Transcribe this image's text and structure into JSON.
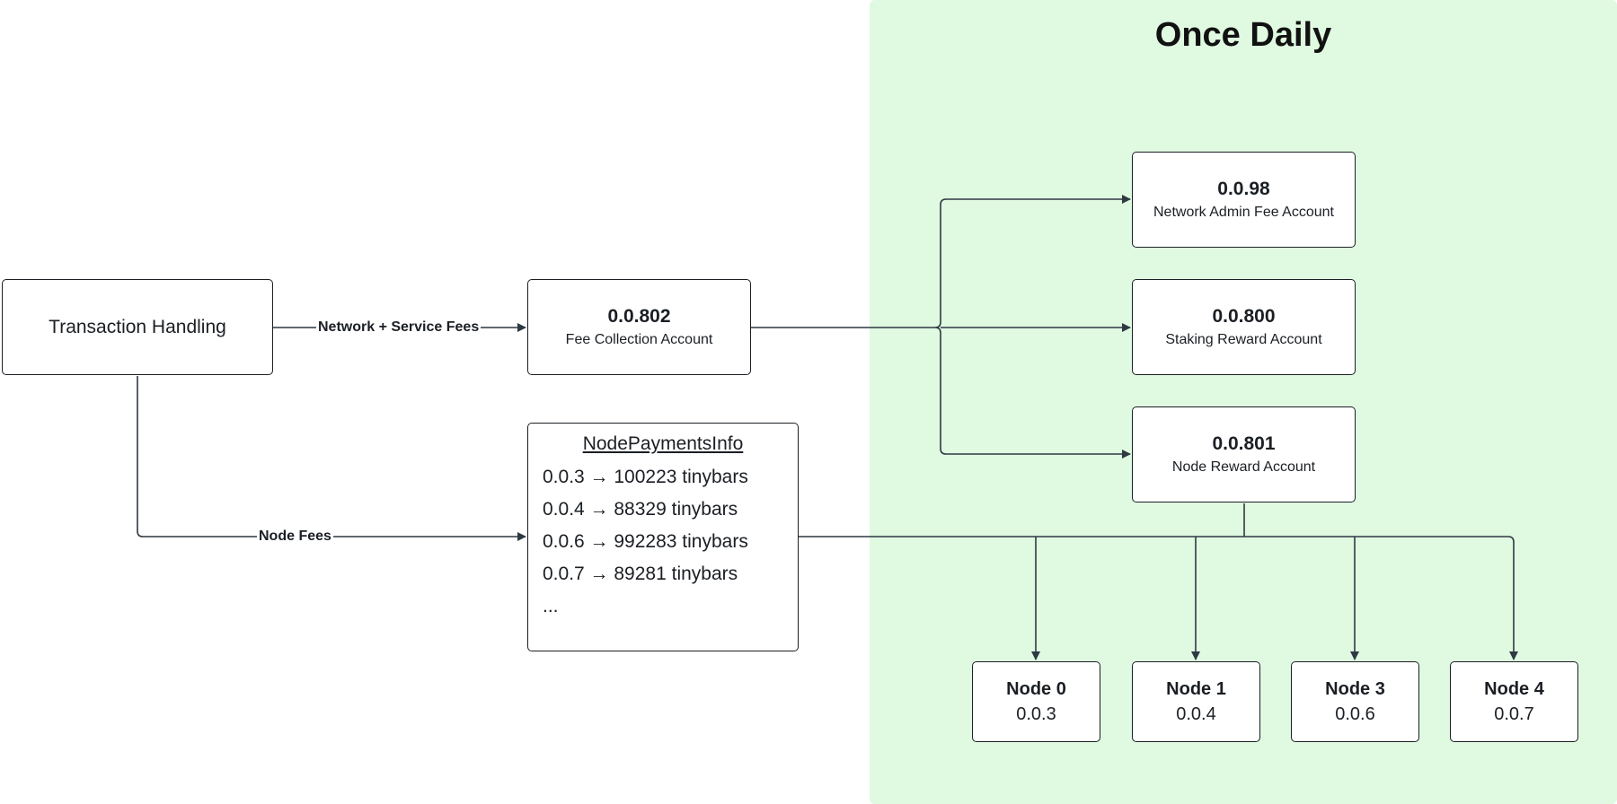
{
  "zone": {
    "title": "Once Daily",
    "background": "#e0f9e1"
  },
  "nodes": {
    "transaction_handling": {
      "label": "Transaction Handling"
    },
    "fee_collection": {
      "id": "0.0.802",
      "label": "Fee Collection Account"
    },
    "network_admin": {
      "id": "0.0.98",
      "label": "Network Admin Fee Account"
    },
    "staking_reward": {
      "id": "0.0.800",
      "label": "Staking Reward Account"
    },
    "node_reward": {
      "id": "0.0.801",
      "label": "Node Reward Account"
    },
    "node_payments_info": {
      "title": "NodePaymentsInfo",
      "rows": [
        "0.0.3 → 100223 tinybars",
        "0.0.4 → 88329 tinybars",
        "0.0.6 → 992283 tinybars",
        "0.0.7 → 89281 tinybars",
        "..."
      ]
    },
    "node_list": [
      {
        "name": "Node 0",
        "account": "0.0.3"
      },
      {
        "name": "Node 1",
        "account": "0.0.4"
      },
      {
        "name": "Node 3",
        "account": "0.0.6"
      },
      {
        "name": "Node 4",
        "account": "0.0.7"
      }
    ]
  },
  "edges": {
    "network_service_fees": "Network + Service Fees",
    "node_fees": "Node Fees"
  },
  "colors": {
    "edge": "#2f3942",
    "border": "#1b1f24"
  }
}
